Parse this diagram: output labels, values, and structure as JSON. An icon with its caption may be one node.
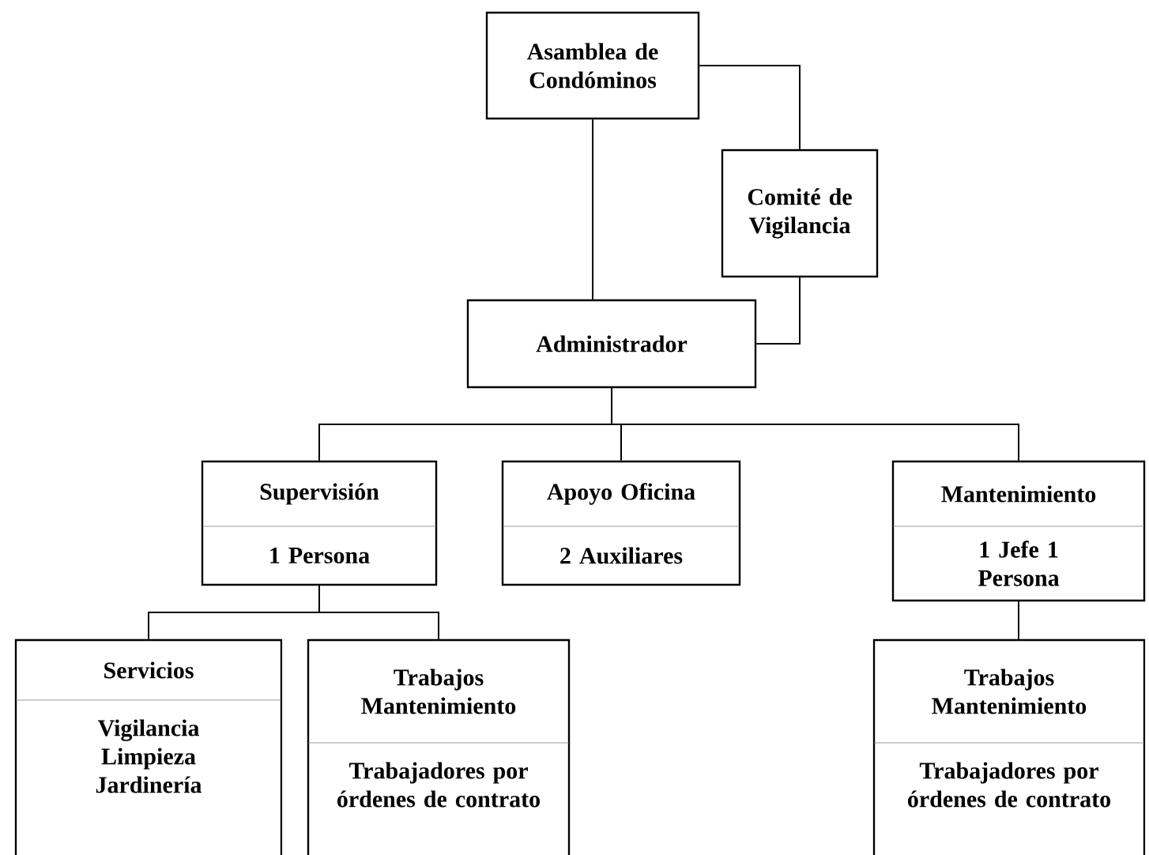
{
  "diagram": {
    "nodes": [
      {
        "text": [
          "Asamblea de Condóminos"
        ]
      },
      {
        "text": [
          "Comité de Vigilancia"
        ]
      },
      {
        "text": [
          "Administrador"
        ]
      },
      {
        "text": [
          "Supervisión",
          "1 Persona"
        ]
      },
      {
        "text": [
          "Apoyo Oficina",
          "2 Auxiliares"
        ]
      },
      {
        "text": [
          "Mantenimiento",
          "1 Jefe 1 Persona"
        ]
      },
      {
        "text": [
          "Servicios",
          "Vigilancia Limpieza Jardinería"
        ]
      },
      {
        "text": [
          "Trabajos Mantenimiento",
          "Trabajadores por órdenes de contrato"
        ]
      },
      {
        "text": [
          "Trabajos Mantenimiento",
          "Trabajadores por órdenes de contrato"
        ]
      }
    ],
    "edges": [
      {
        "from": 0,
        "to": 1,
        "arrow": "none"
      },
      {
        "from": 0,
        "to": 2,
        "arrow": "none"
      },
      {
        "from": 1,
        "to": 2,
        "arrow": "none"
      },
      {
        "from": 2,
        "to": 3,
        "arrow": "none"
      },
      {
        "from": 2,
        "to": 4,
        "arrow": "none"
      },
      {
        "from": 2,
        "to": 5,
        "arrow": "none"
      },
      {
        "from": 3,
        "to": 6,
        "arrow": "none"
      },
      {
        "from": 3,
        "to": 7,
        "arrow": "none"
      },
      {
        "from": 5,
        "to": 8,
        "arrow": "none"
      }
    ]
  }
}
